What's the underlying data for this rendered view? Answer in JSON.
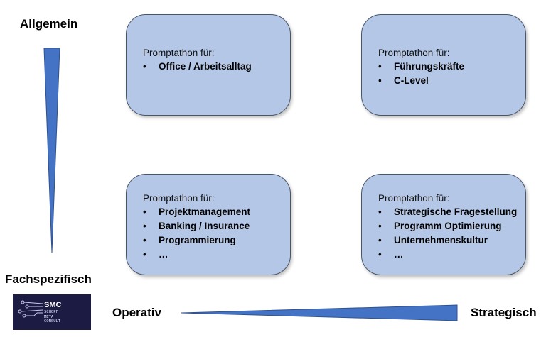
{
  "axes": {
    "top": "Allgemein",
    "bottom": "Fachspezifisch",
    "left": "Operativ",
    "right": "Strategisch"
  },
  "colors": {
    "box_fill": "#b4c7e7",
    "arrow": "#4472c4",
    "logo_bg": "#1c1b44"
  },
  "boxes": [
    {
      "title": "Promptathon für:",
      "items": [
        "Office / Arbeitsalltag"
      ]
    },
    {
      "title": "Promptathon für:",
      "items": [
        "Führungskräfte",
        "C-Level"
      ]
    },
    {
      "title": "Promptathon für:",
      "items": [
        "Projektmanagement",
        "Banking / Insurance",
        "Programmierung",
        "…"
      ]
    },
    {
      "title": "Promptathon für:",
      "items": [
        "Strategische Fragestellung",
        "Programm Optimierung",
        "Unternehmenskultur",
        "…"
      ]
    }
  ],
  "logo": {
    "abbr": "SMC",
    "lines": [
      "SCHOPF",
      "META",
      "CONSULT"
    ]
  }
}
